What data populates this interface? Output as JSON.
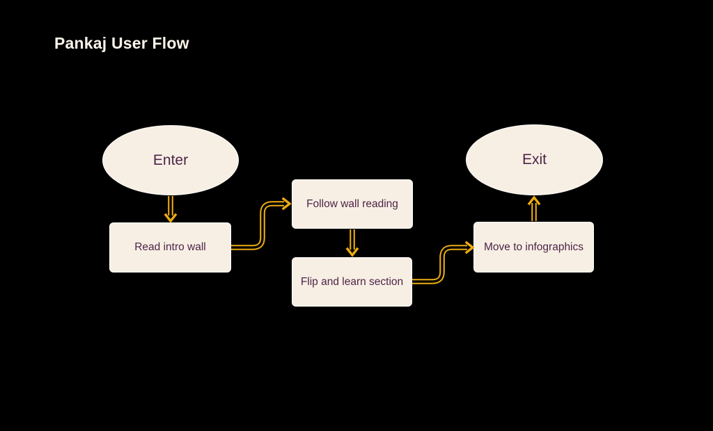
{
  "title": "Pankaj User Flow",
  "diagram": {
    "nodes": {
      "enter": {
        "label": "Enter",
        "shape": "ellipse"
      },
      "read_intro": {
        "label": "Read intro wall",
        "shape": "rect"
      },
      "follow_wall": {
        "label": "Follow wall reading",
        "shape": "rect"
      },
      "flip_learn": {
        "label": "Flip and learn section",
        "shape": "rect"
      },
      "move_infographics": {
        "label": "Move to infographics",
        "shape": "rect"
      },
      "exit": {
        "label": "Exit",
        "shape": "ellipse"
      }
    },
    "edges": [
      {
        "from": "enter",
        "to": "read_intro"
      },
      {
        "from": "read_intro",
        "to": "follow_wall"
      },
      {
        "from": "follow_wall",
        "to": "flip_learn"
      },
      {
        "from": "flip_learn",
        "to": "move_infographics"
      },
      {
        "from": "move_infographics",
        "to": "exit"
      }
    ],
    "colors": {
      "background": "#000000",
      "node_fill": "#F8EFE4",
      "node_border": "#FFFFFF",
      "node_text": "#4B2347",
      "connector_gold": "#ECAC12",
      "title_text": "#FBF4EB"
    }
  }
}
